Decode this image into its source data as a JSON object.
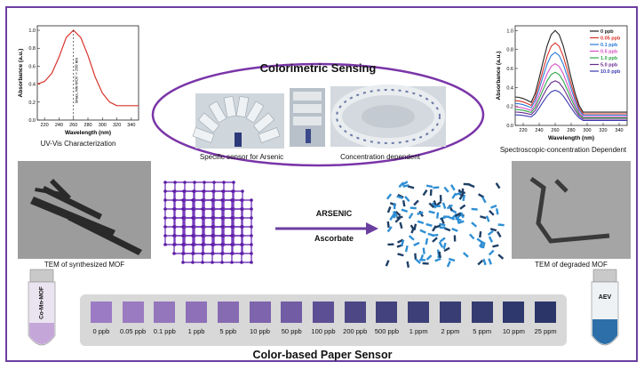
{
  "center": {
    "title": "Colorimetric Sensing",
    "caption_left": "Specific sensor for Arsenic",
    "caption_right": "Concentration dependent"
  },
  "left_chart": {
    "caption": "UV-Vis Characterization",
    "annotation": "λmax, Mn-MOF = 260 nm"
  },
  "right_chart": {
    "caption": "Spectroscopic-concentration Dependent"
  },
  "tem_left": {
    "caption": "TEM of synthesized MOF"
  },
  "tem_right": {
    "caption": "TEM of degraded MOF"
  },
  "reaction": {
    "top": "ARSENIC",
    "bottom": "Ascorbate"
  },
  "vial_left": {
    "label": "Co-Mn-MOF"
  },
  "vial_right": {
    "label": "AEV"
  },
  "paper_sensor": {
    "title": "Color-based Paper Sensor",
    "squares": [
      {
        "label": "0 ppb",
        "color": "#9b7cc4"
      },
      {
        "label": "0.05 ppb",
        "color": "#9a7ac0"
      },
      {
        "label": "0.1 ppb",
        "color": "#9476bc"
      },
      {
        "label": "1 ppb",
        "color": "#8e70b8"
      },
      {
        "label": "5 ppb",
        "color": "#876bb2"
      },
      {
        "label": "10 ppb",
        "color": "#7e64ac"
      },
      {
        "label": "50 ppb",
        "color": "#725ca4"
      },
      {
        "label": "100 ppb",
        "color": "#5d4f94"
      },
      {
        "label": "200 ppb",
        "color": "#4d4786"
      },
      {
        "label": "500 ppb",
        "color": "#44427e"
      },
      {
        "label": "1 ppm",
        "color": "#3d4078"
      },
      {
        "label": "2 ppm",
        "color": "#383e74"
      },
      {
        "label": "5 ppm",
        "color": "#333b70"
      },
      {
        "label": "10 ppm",
        "color": "#2f386c"
      },
      {
        "label": "25 ppm",
        "color": "#2b3568"
      }
    ]
  },
  "chart_data": [
    {
      "type": "line",
      "xlabel": "Wavelength (nm)",
      "ylabel": "Absorbance (a.u.)",
      "xlim": [
        210,
        350
      ],
      "ylim": [
        0.0,
        1.05
      ],
      "xticks": [
        220,
        240,
        260,
        280,
        300,
        320,
        340
      ],
      "yticks": [
        0.0,
        0.2,
        0.4,
        0.6,
        0.8,
        1.0
      ],
      "grid": false,
      "series": [
        {
          "color": "#d9342b",
          "x": [
            210,
            220,
            230,
            240,
            250,
            260,
            270,
            280,
            290,
            300,
            310,
            320,
            330,
            340,
            350
          ],
          "y": [
            0.4,
            0.43,
            0.52,
            0.7,
            0.92,
            1.0,
            0.92,
            0.72,
            0.48,
            0.3,
            0.2,
            0.16,
            0.16,
            0.16,
            0.16
          ]
        }
      ],
      "annotation_x": 260
    },
    {
      "type": "line",
      "xlabel": "Wavelength (nm)",
      "ylabel": "Absorbance (a.u.)",
      "xlim": [
        210,
        350
      ],
      "ylim": [
        0.0,
        1.05
      ],
      "xticks": [
        220,
        240,
        260,
        280,
        300,
        320,
        340
      ],
      "yticks": [
        0.0,
        0.2,
        0.4,
        0.6,
        0.8,
        1.0
      ],
      "grid": false,
      "legend": "top-right",
      "series": [
        {
          "name": "0 ppb",
          "color": "#222222",
          "peak": 1.0
        },
        {
          "name": "0.05 ppb",
          "color": "#d9342b",
          "peak": 0.87
        },
        {
          "name": "0.1 ppb",
          "color": "#2b7bd9",
          "peak": 0.77
        },
        {
          "name": "0.5 ppb",
          "color": "#d64fc4",
          "peak": 0.65
        },
        {
          "name": "1.0 ppb",
          "color": "#2fa84a",
          "peak": 0.56
        },
        {
          "name": "5.0 ppb",
          "color": "#6a2c8f",
          "peak": 0.47
        },
        {
          "name": "10.0 ppb",
          "color": "#3a3ab0",
          "peak": 0.37
        }
      ]
    }
  ]
}
